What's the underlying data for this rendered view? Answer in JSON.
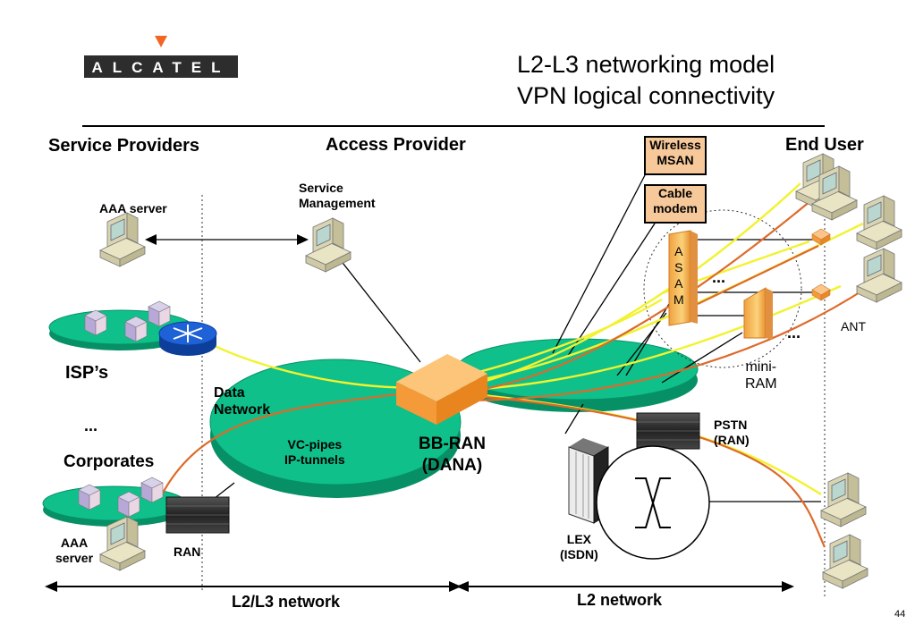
{
  "header": {
    "logo_text": "ALCATEL",
    "title_line1": "L2-L3 networking model",
    "title_line2": "VPN logical connectivity"
  },
  "columns": {
    "service_providers": "Service Providers",
    "access_provider": "Access Provider",
    "end_user": "End User"
  },
  "labels": {
    "aaa_server_top": "AAA server",
    "service_management": "Service\nManagement",
    "isps": "ISP’s",
    "ellipsis_left": "...",
    "corporates": "Corporates",
    "aaa_server_bottom": "AAA\nserver",
    "ran": "RAN",
    "data_network": "Data\nNetwork",
    "vc_pipes": "VC-pipes\nIP-tunnels",
    "bb_ran": "BB-RAN\n(DANA)",
    "wireless_msan": "Wireless\nMSAN",
    "cable_modem": "Cable\nmodem",
    "asam_letters": "A\nS\nA\nM",
    "dots_upper": "...",
    "dots_lower": "...",
    "mini_ram": "mini-\nRAM",
    "ant": "ANT",
    "pstn": "PSTN\n(RAN)",
    "lex": "LEX\n(ISDN)",
    "l2l3_network": "L2/L3 network",
    "l2_network": "L2 network",
    "page_number": "44"
  },
  "colors": {
    "logo_bg": "#2d2d2d",
    "logo_accent": "#f26522",
    "network_green": "#0fc08a",
    "network_green_dark": "#079066",
    "bbran_orange": "#f7a54a",
    "box_fill": "#f7c89a",
    "link_yellow": "#f2f230",
    "link_orange": "#dd6a2a",
    "router_blue": "#1f62d8"
  },
  "icons": [
    "computer-icon",
    "router-icon",
    "server-rack-icon",
    "switch-cross-icon",
    "ant-device-icon",
    "bbran-cube-icon"
  ]
}
